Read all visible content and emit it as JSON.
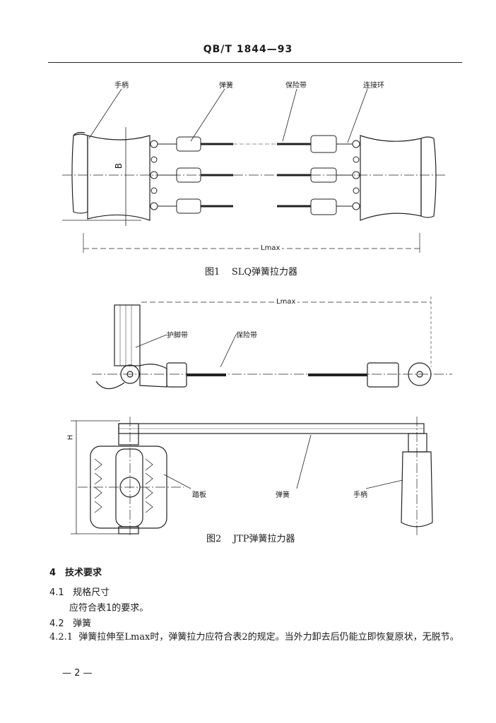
{
  "header": {
    "title": "QB/T 1844—93"
  },
  "figure1": {
    "labels": {
      "handle": "手柄",
      "spring": "弹簧",
      "safety_belt": "保险带",
      "link_ring": "连接环",
      "dim_b": "B",
      "dim_lmax": "Lmax"
    },
    "caption": {
      "number": "图1",
      "text": "SLQ弹簧拉力器"
    }
  },
  "figure2": {
    "labels": {
      "lmax": "Lmax",
      "foot_strap": "护脚带",
      "safety_belt": "保险带",
      "dim_h": "H",
      "pedal": "踏板",
      "spring": "弹簧",
      "handle": "手柄"
    },
    "caption": {
      "number": "图2",
      "text": "JTP弹簧拉力器"
    }
  },
  "section4": {
    "heading": "4　技术要求",
    "s41": {
      "number": "4.1",
      "title": "规格尺寸",
      "text": "应符合表1的要求。"
    },
    "s42": {
      "number": "4.2",
      "title": "弹簧"
    },
    "s421": {
      "number": "4.2.1",
      "text": "弹簧拉伸至Lmax时，弹簧拉力应符合表2的规定。当外力卸去后仍能立即恢复原状，无脱节。"
    }
  },
  "footer": {
    "page": "— 2 —"
  }
}
